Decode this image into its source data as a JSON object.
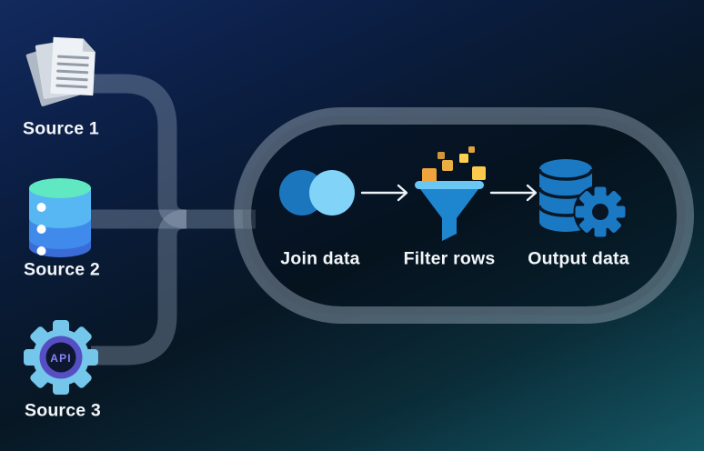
{
  "diagram": {
    "sources": [
      {
        "label": "Source 1",
        "icon": "documents-icon"
      },
      {
        "label": "Source 2",
        "icon": "database-icon"
      },
      {
        "label": "Source 3",
        "icon": "api-gear-icon",
        "badge_text": "API"
      }
    ],
    "stages": [
      {
        "label": "Join data",
        "icon": "join-circles-icon"
      },
      {
        "label": "Filter rows",
        "icon": "funnel-icon"
      },
      {
        "label": "Output data",
        "icon": "database-gear-icon"
      }
    ]
  },
  "colors": {
    "background_top_left": "#122A5E",
    "background_middle": "#081724",
    "background_bottom_right": "#155764",
    "pipe": "rgba(160,178,198,0.34)",
    "capsule_border": "rgba(160,175,190,0.45)",
    "label_text": "#F3F6F9",
    "arrow": "#EDF2F7",
    "join_circle_left": "#1B76BE",
    "join_circle_right": "#82D3F8",
    "funnel_rim": "#6AC6F3",
    "funnel_body": "#1E86CF",
    "data_block_amber": "#F0A43E",
    "data_block_yellow": "#FFD14E",
    "output_database_blue": "#1B78C2",
    "source_db_top": "#5FE8C2",
    "source_db_band1": "#56B7F2",
    "source_db_band2": "#3F8AEA",
    "source_db_band3": "#3A6CD8",
    "gear_blue": "#74C6EA",
    "gear_ring_purple": "#564FC4",
    "api_text_purple": "#8D80F2",
    "paper_white": "#EEF1F5",
    "paper_lines": "#939DAA"
  }
}
